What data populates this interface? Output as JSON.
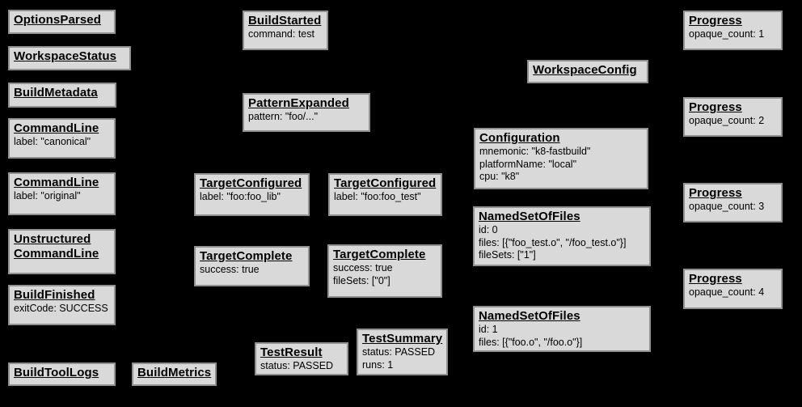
{
  "colors": {
    "background": "#000000",
    "box_fill": "#d9d9d9",
    "box_border": "#919191",
    "text": "#000000"
  },
  "boxes": [
    {
      "id": "options-parsed",
      "title": "OptionsParsed",
      "lines": []
    },
    {
      "id": "workspace-status",
      "title": "WorkspaceStatus",
      "lines": []
    },
    {
      "id": "build-metadata",
      "title": "BuildMetadata",
      "lines": []
    },
    {
      "id": "command-line-canonical",
      "title": "CommandLine",
      "lines": [
        "label: \"canonical\""
      ]
    },
    {
      "id": "command-line-original",
      "title": "CommandLine",
      "lines": [
        "label: \"original\""
      ]
    },
    {
      "id": "unstructured-command-line",
      "title": "Unstructured\nCommandLine",
      "lines": []
    },
    {
      "id": "build-finished",
      "title": "BuildFinished",
      "lines": [
        "exitCode: SUCCESS"
      ]
    },
    {
      "id": "build-tool-logs",
      "title": "BuildToolLogs",
      "lines": []
    },
    {
      "id": "build-metrics",
      "title": "BuildMetrics",
      "lines": []
    },
    {
      "id": "build-started",
      "title": "BuildStarted",
      "lines": [
        "command: test"
      ]
    },
    {
      "id": "pattern-expanded",
      "title": "PatternExpanded",
      "lines": [
        "pattern: \"foo/...\""
      ]
    },
    {
      "id": "target-configured-foo-lib",
      "title": "TargetConfigured",
      "lines": [
        "label: \"foo:foo_lib\""
      ]
    },
    {
      "id": "target-configured-foo-test",
      "title": "TargetConfigured",
      "lines": [
        "label: \"foo:foo_test\""
      ]
    },
    {
      "id": "target-complete-foo-lib",
      "title": "TargetComplete",
      "lines": [
        "success: true"
      ]
    },
    {
      "id": "target-complete-foo-test",
      "title": "TargetComplete",
      "lines": [
        "success: true",
        "fileSets: [\"0\"]"
      ]
    },
    {
      "id": "test-result",
      "title": "TestResult",
      "lines": [
        "status: PASSED"
      ]
    },
    {
      "id": "test-summary",
      "title": "TestSummary",
      "lines": [
        "status: PASSED",
        "runs: 1"
      ]
    },
    {
      "id": "workspace-config",
      "title": "WorkspaceConfig",
      "lines": []
    },
    {
      "id": "configuration",
      "title": "Configuration",
      "lines": [
        "mnemonic: \"k8-fastbuild\"",
        "platformName: \"local\"",
        "cpu: \"k8\""
      ]
    },
    {
      "id": "named-set-of-files-0",
      "title": "NamedSetOfFiles",
      "lines": [
        "id: 0",
        "files: [{\"foo_test.o\", \"/foo_test.o\"}]",
        "fileSets: [\"1\"]"
      ]
    },
    {
      "id": "named-set-of-files-1",
      "title": "NamedSetOfFiles",
      "lines": [
        "id: 1",
        "files: [{\"foo.o\", \"/foo.o\"}]"
      ]
    },
    {
      "id": "progress-1",
      "title": "Progress",
      "lines": [
        "opaque_count: 1"
      ]
    },
    {
      "id": "progress-2",
      "title": "Progress",
      "lines": [
        "opaque_count: 2"
      ]
    },
    {
      "id": "progress-3",
      "title": "Progress",
      "lines": [
        "opaque_count: 3"
      ]
    },
    {
      "id": "progress-4",
      "title": "Progress",
      "lines": [
        "opaque_count: 4"
      ]
    }
  ]
}
